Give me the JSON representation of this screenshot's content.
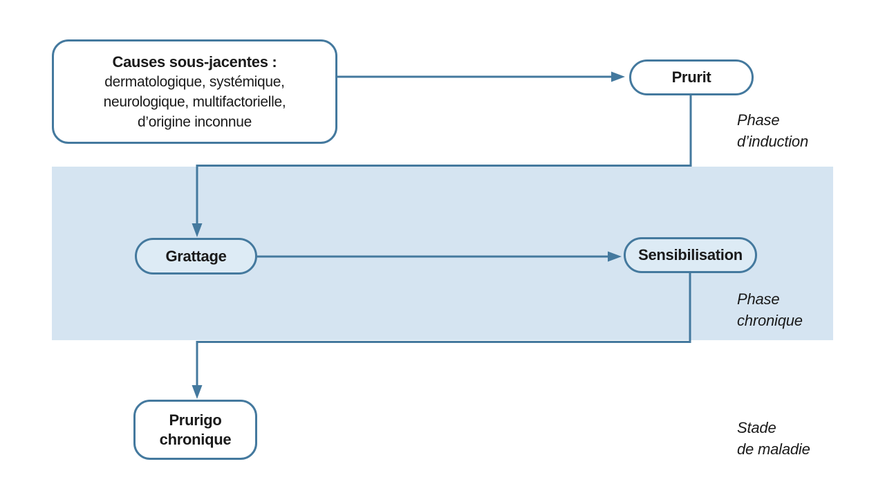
{
  "colors": {
    "accent": "#44799e",
    "band": "#d5e4f1",
    "node_tint": "#ddebf5",
    "text": "#1a1a1a",
    "background": "#ffffff"
  },
  "nodes": {
    "causes": {
      "title": "Causes sous-jacentes :",
      "lines": [
        "dermatologique, systémique,",
        "neurologique, multifactorielle,",
        "d’origine inconnue"
      ]
    },
    "prurit": {
      "label": "Prurit"
    },
    "grattage": {
      "label": "Grattage"
    },
    "sensibilisation": {
      "label": "Sensibilisation"
    },
    "prurigo": {
      "lines": [
        "Prurigo",
        "chronique"
      ]
    }
  },
  "phase_labels": {
    "induction": {
      "lines": [
        "Phase",
        "d’induction"
      ]
    },
    "chronique": {
      "lines": [
        "Phase",
        "chronique"
      ]
    },
    "stade": {
      "lines": [
        "Stade",
        "de maladie"
      ]
    }
  }
}
